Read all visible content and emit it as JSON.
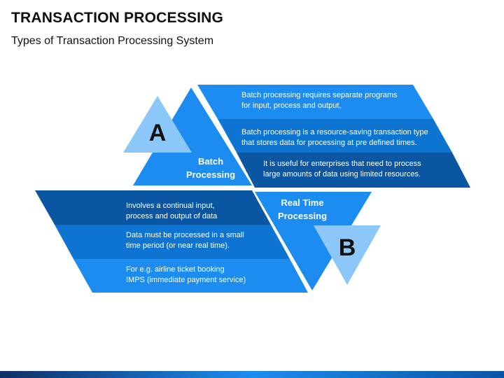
{
  "title": "TRANSACTION PROCESSING",
  "subtitle": "Types of Transaction Processing System",
  "colors": {
    "dark_blue": "#0B56A3",
    "mid_blue": "#0E74D2",
    "bright_blue": "#1C8CF0",
    "light_blue": "#6FB6F3",
    "pale_blue": "#8CC7FA"
  },
  "batch": {
    "letter": "A",
    "label_line1": "Batch",
    "label_line2": "Processing",
    "items": [
      {
        "line1": "Batch processing requires separate programs",
        "line2": "for input, process and output,"
      },
      {
        "line1": "Batch processing is a resource-saving transaction type",
        "line2": "that stores data for processing at pre defined times."
      },
      {
        "line1": "It is useful for enterprises that need to process",
        "line2": "large amounts of data using limited resources."
      }
    ]
  },
  "realtime": {
    "letter": "B",
    "label_line1": "Real Time",
    "label_line2": "Processing",
    "items": [
      {
        "line1": "Involves a continual input,",
        "line2": "process and output of data"
      },
      {
        "line1": "Data must be processed in a small",
        "line2": "time period (or near real time)."
      },
      {
        "line1": "For e.g. airline ticket booking",
        "line2": "IMPS (immediate payment service)"
      }
    ]
  }
}
